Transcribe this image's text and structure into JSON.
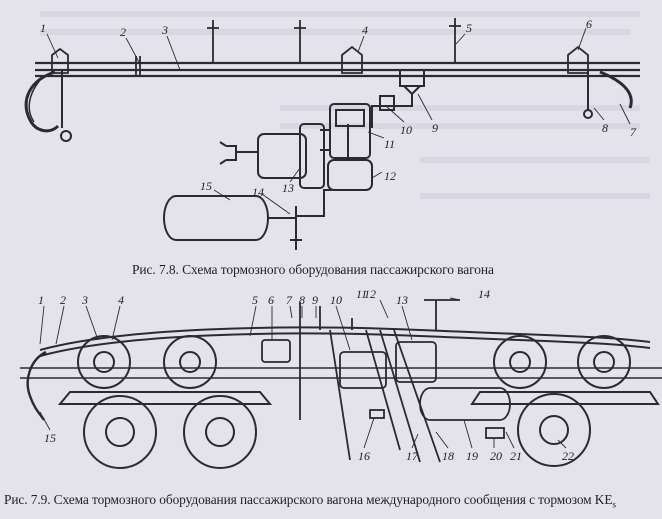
{
  "figure_1": {
    "caption": "Рис. 7.8. Схема тормозного оборудования пассажирского вагона",
    "callouts": [
      "1",
      "2",
      "3",
      "4",
      "5",
      "6",
      "7",
      "8",
      "9",
      "10",
      "11",
      "12",
      "13",
      "14",
      "15"
    ]
  },
  "figure_2": {
    "caption": "Рис. 7.9. Схема тормозного оборудования пассажирского вагона международного сообщения с тормозом KE",
    "caption_subscript": "s",
    "callouts": [
      "1",
      "2",
      "3",
      "4",
      "5",
      "6",
      "7",
      "8",
      "9",
      "10",
      "11",
      "12",
      "13",
      "14",
      "15",
      "16",
      "17",
      "18",
      "19",
      "20",
      "21",
      "22"
    ]
  },
  "colors": {
    "background": "#e4e3ec",
    "ink": "#2a2a30",
    "paper_faint": "#c9c8d6"
  }
}
